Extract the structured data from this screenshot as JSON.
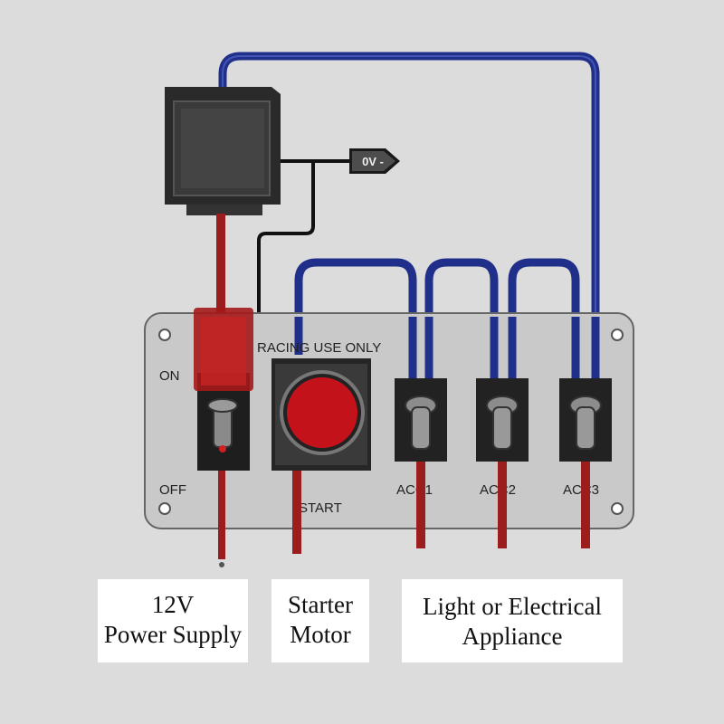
{
  "panel": {
    "header": "RACING USE ONLY",
    "on_label": "ON",
    "off_label": "OFF",
    "start_label": "START",
    "acc1_label": "ACC1",
    "acc2_label": "ACC2",
    "acc3_label": "ACC3"
  },
  "relay": {
    "ground_tag": "0V -"
  },
  "labels": {
    "power": [
      "12V",
      "Power Supply"
    ],
    "starter": [
      "Starter",
      "Motor"
    ],
    "appliance": [
      "Light or Electrical",
      "Appliance"
    ]
  },
  "colors": {
    "background": "#dcdcdc",
    "panel": "#c9c9c9",
    "blue_wire": "#1f2f8a",
    "red_wire": "#9b1d1d",
    "black_wire": "#111111",
    "start_button": "#c4121a"
  }
}
